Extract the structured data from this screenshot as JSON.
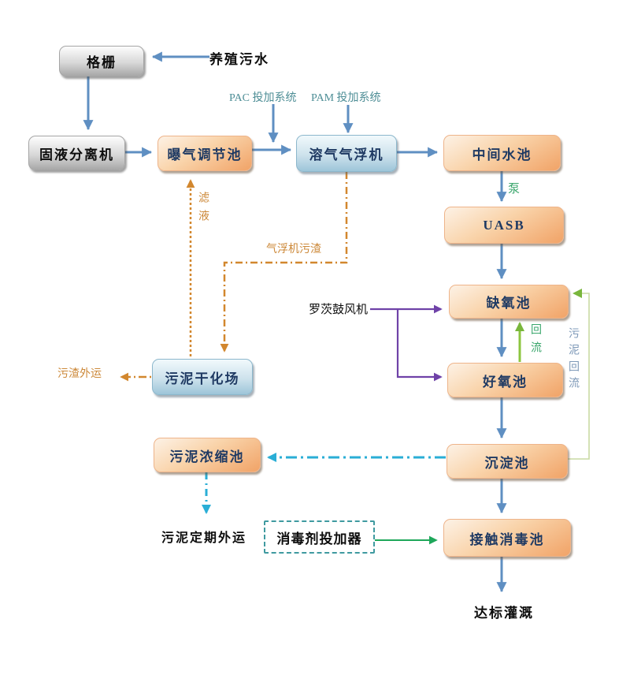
{
  "colors": {
    "flow_blue": "#5f8fc2",
    "node_text": "#1f3a63",
    "lime": "#8cc63f",
    "lime_soft": "#c9daa4",
    "lime_dark": "#79b63c",
    "purple": "#6f42a8",
    "orange_line": "#d2872e",
    "cyan": "#2aaed6",
    "green": "#1ea75a",
    "teal_border": "#3f9aa0",
    "label_teal": "#4e8e96",
    "label_green": "#3aa66c",
    "label_orange": "#cc8838",
    "label_bluegray": "#7e99b8"
  },
  "nodes": {
    "grid": {
      "label": "格栅"
    },
    "separator": {
      "label": "固液分离机"
    },
    "aeration_tank": {
      "label": "曝气调节池"
    },
    "daf_machine": {
      "label": "溶气气浮机"
    },
    "intermediate_tank": {
      "label": "中间水池"
    },
    "uasb": {
      "label": "UASB"
    },
    "anoxic_tank": {
      "label": "缺氧池"
    },
    "aerobic_tank": {
      "label": "好氧池"
    },
    "sedimentation_tank": {
      "label": "沉淀池"
    },
    "sludge_drying_field": {
      "label": "污泥干化场"
    },
    "sludge_thickening_tank": {
      "label": "污泥浓缩池"
    },
    "disinfectant_doser": {
      "label": "消毒剂投加器"
    },
    "contact_disinfection_tank": {
      "label": "接触消毒池"
    }
  },
  "labels": {
    "influent": "养殖污水",
    "pac_system": "PAC 投加系统",
    "pam_system": "PAM 投加系统",
    "pump": "泵",
    "blower": "罗茨鼓风机",
    "reflux": "回流",
    "sludge_reflux": "污泥回流",
    "filtrate": "滤液",
    "daf_residue": "气浮机污渣",
    "residue_out": "污渣外运",
    "sludge_out": "污泥定期外运",
    "irrigation": "达标灌溉"
  }
}
